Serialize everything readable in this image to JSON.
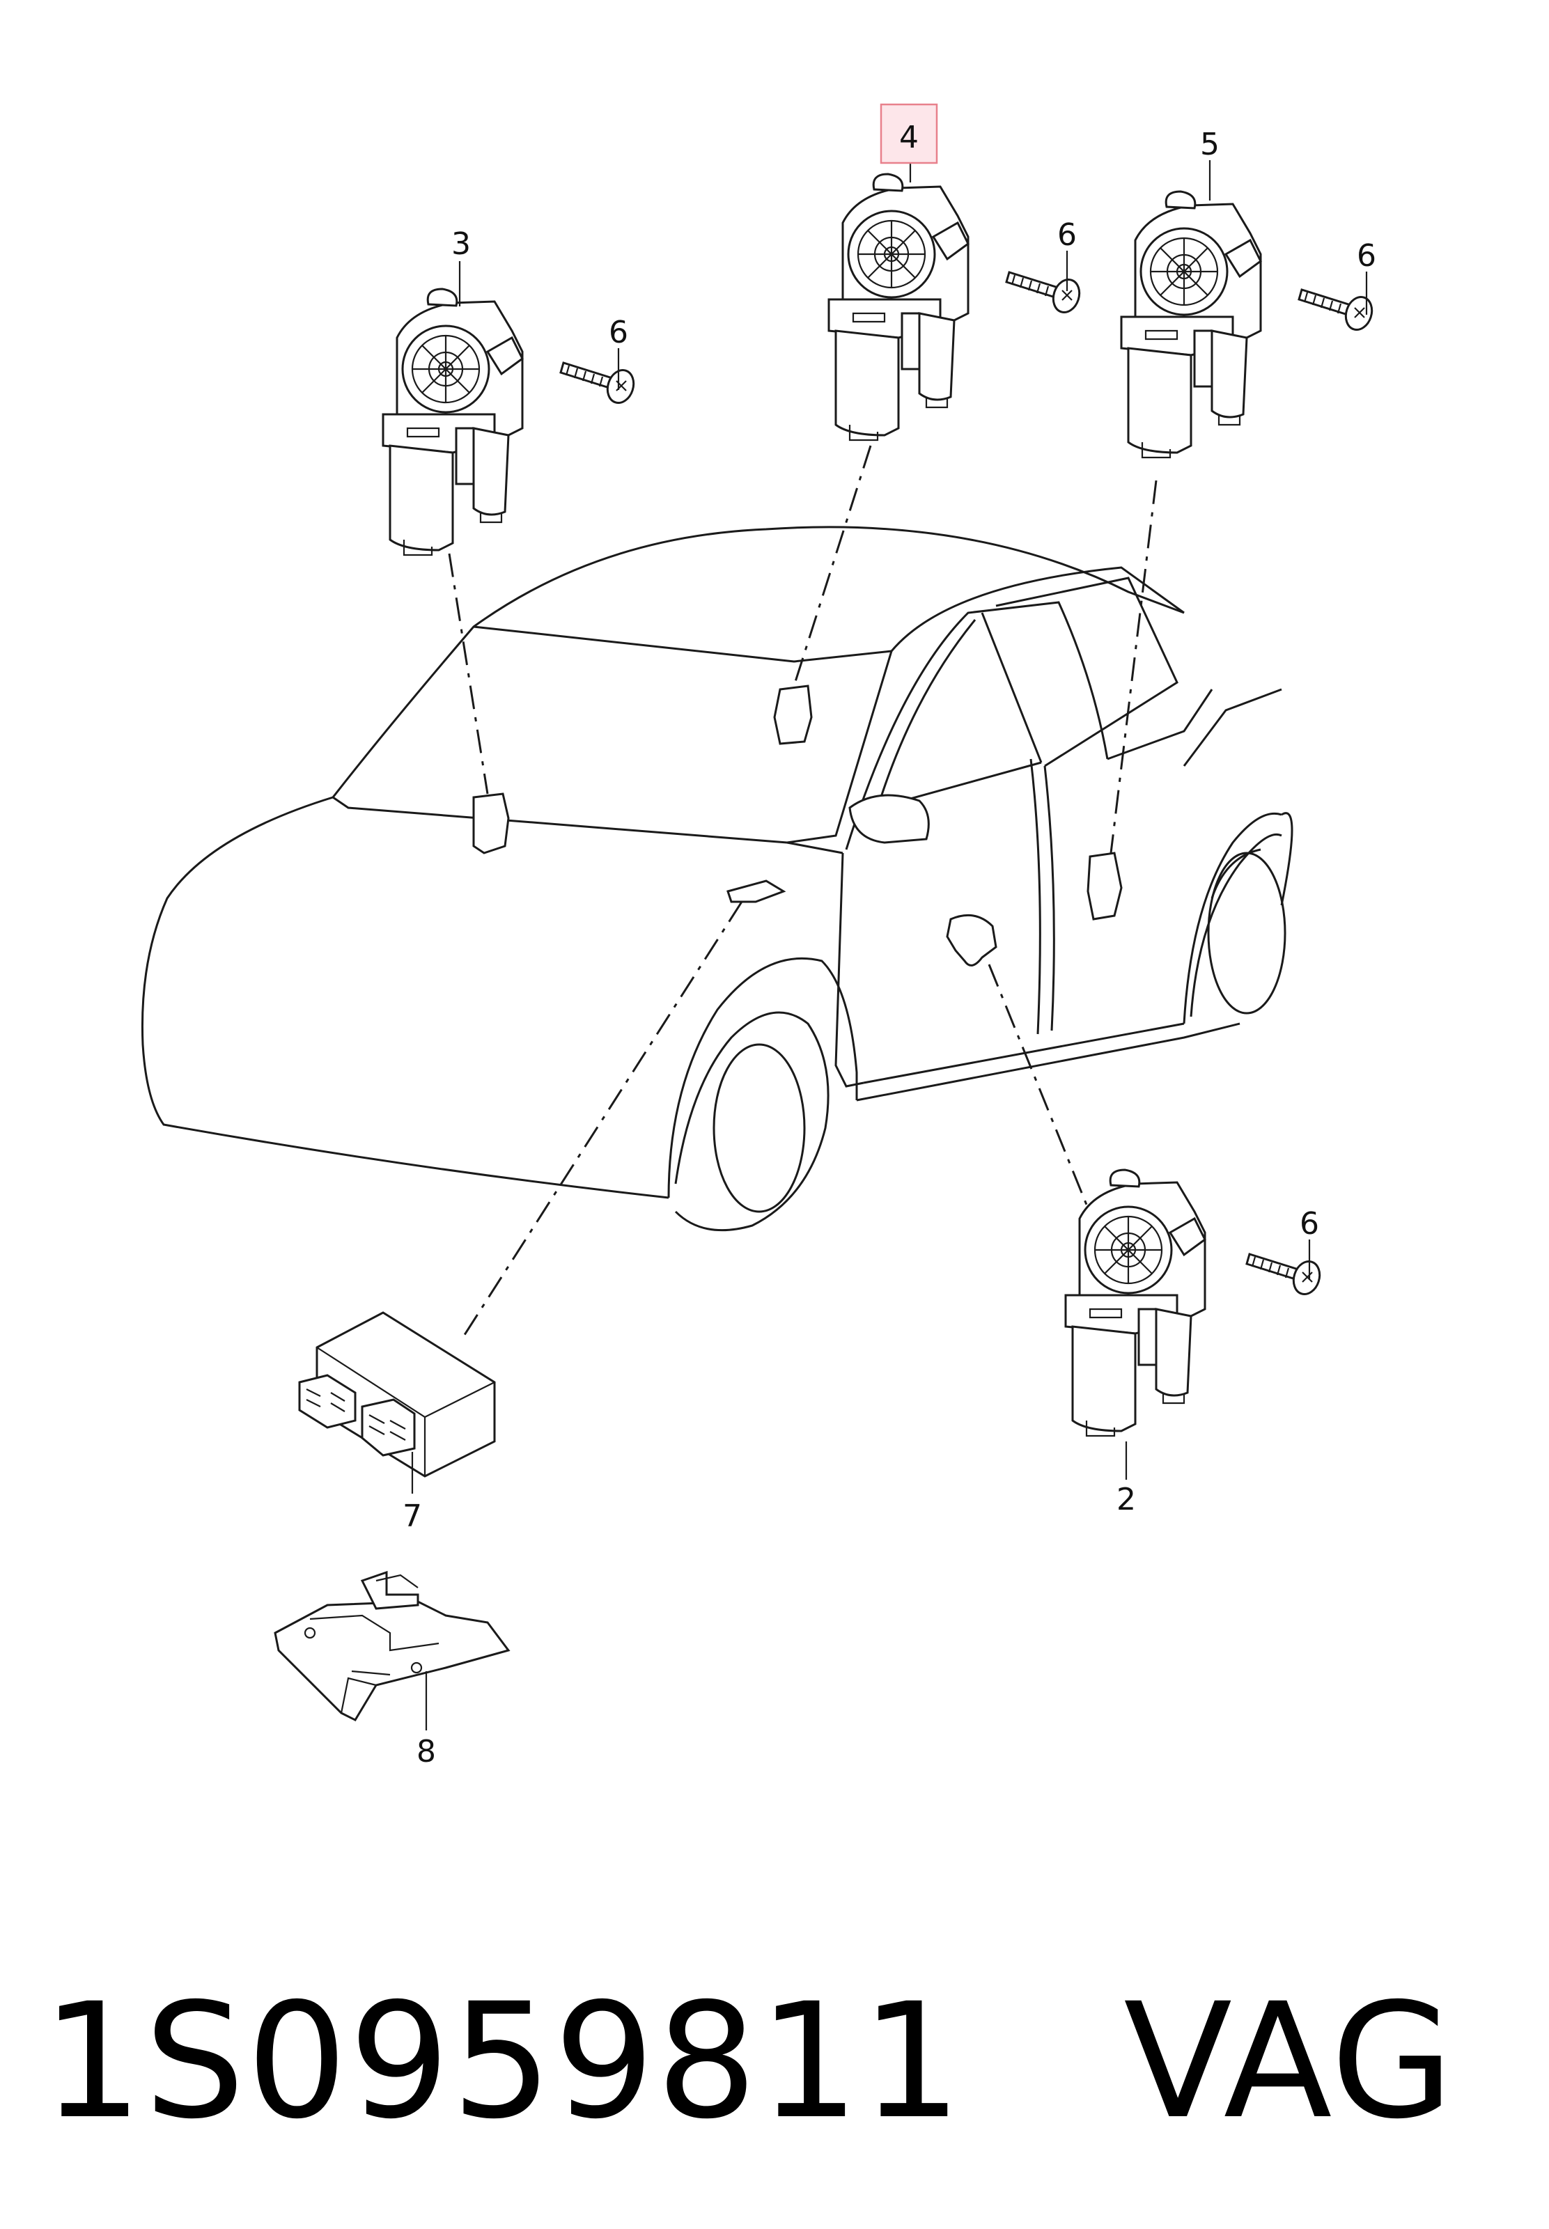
{
  "caption": {
    "part_number": "1S0959811",
    "brand": "VAG"
  },
  "callouts": {
    "c2": "2",
    "c3": "3",
    "c4": "4",
    "c5": "5",
    "c6a": "6",
    "c6b": "6",
    "c6c": "6",
    "c6d": "6",
    "c7": "7",
    "c8": "8"
  },
  "highlight": {
    "callout": "4",
    "border_color": "#e8808c",
    "fill_color": "#fde6ea"
  }
}
